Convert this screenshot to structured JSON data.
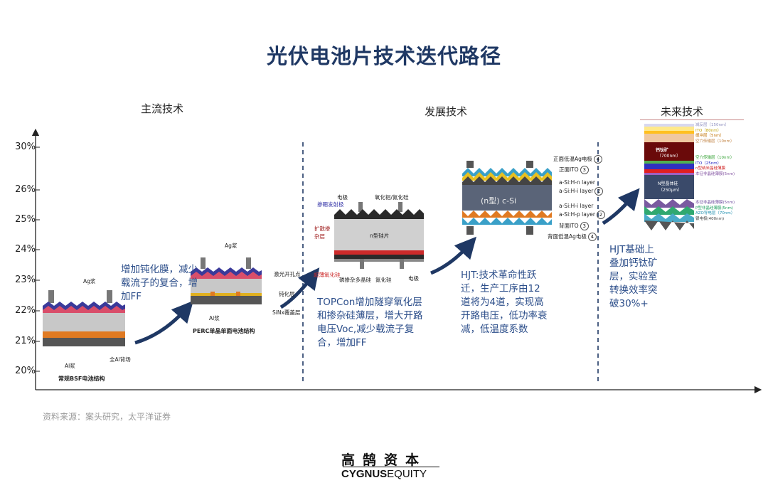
{
  "title": "光伏电池片技术迭代路径",
  "sections": {
    "mainstream": "主流技术",
    "developing": "发展技术",
    "future": "未来技术"
  },
  "y_axis": {
    "ticks": [
      "30%",
      "26%",
      "25%",
      "24%",
      "23%",
      "22%",
      "21%",
      "20%"
    ]
  },
  "bsf": {
    "caption": "常规BSF电池结构",
    "label_ag": "Ag浆",
    "label_al": "Al浆",
    "label_bsf": "全Al背场"
  },
  "perc": {
    "caption": "PERC单晶单面电池结构",
    "label_ag": "Ag浆",
    "label_al": "Al浆",
    "label_laser": "激光开孔点",
    "label_passivation": "钝化层",
    "label_sinx": "SiNx覆盖层",
    "note": "增加钝化膜，减少载流子的复合，增加FF"
  },
  "topcon": {
    "label_electrode": "电极",
    "label_alox": "氧化铝/氮化硅",
    "label_boron": "掺硼发射极",
    "label_diffusion": "扩散掺杂层",
    "label_body": "n型硅片",
    "label_tunnel": "超薄氧化硅",
    "label_poly": "磷掺杂多晶硅",
    "label_sin": "氮化硅",
    "label_bottom_electrode": "电极",
    "note": "TOPCon增加隧穿氧化层和掺杂硅薄层，增大开路电压Voc,减少载流子复合，增加FF"
  },
  "hjt": {
    "body": "(n型) c-Si",
    "labels": [
      {
        "text": "正面低温Ag电极",
        "num": "4"
      },
      {
        "text": "正面ITO",
        "num": "3"
      },
      {
        "text": "a-Si:H-n layer",
        "num": ""
      },
      {
        "text": "a-Si:H-i layer",
        "num": "2"
      },
      {
        "text": "a-Si:H-i layer",
        "num": ""
      },
      {
        "text": "a-Si:H-p layer",
        "num": "2"
      },
      {
        "text": "背面ITO",
        "num": "3"
      },
      {
        "text": "背面低温Ag电极",
        "num": "4"
      }
    ],
    "note": "HJT:技术革命性跃迁，生产工序由12道将为4道，实现高开路电压，低功率衰减，低温度系数"
  },
  "perovskite": {
    "labels_top": [
      "减反层（150nm）",
      "ITO（80nm）",
      "缓冲层（5nm）",
      "空穴传输层（10nm）"
    ],
    "perovskite_label": "钙钛矿",
    "perovskite_thickness": "（700nm）",
    "labels_mid": [
      "空穴传输层（10nm）",
      "ITO（25nm）",
      "n型纳米晶硅薄膜",
      "本征非晶硅薄膜(5nm)"
    ],
    "silicon_label": "N型晶体硅",
    "silicon_thickness": "（250μm）",
    "labels_bottom": [
      "本征非晶硅薄膜(5nm)",
      "P型非晶硅薄膜(5nm)",
      "AZO导电层（70nm）",
      "银电极(400nm)"
    ],
    "note": "HJT基础上叠加钙钛矿层，实验室转换效率突破30%+"
  },
  "source": "资料来源：案头研究，太平洋证券",
  "logo": {
    "cn": "高鹄资本",
    "en_bold": "CYGNUS",
    "en_rest": "EQUITY"
  },
  "colors": {
    "title": "#1f3864",
    "caption": "#2c4e8a",
    "arrow": "#1f3864",
    "divider": "#1f3864"
  }
}
